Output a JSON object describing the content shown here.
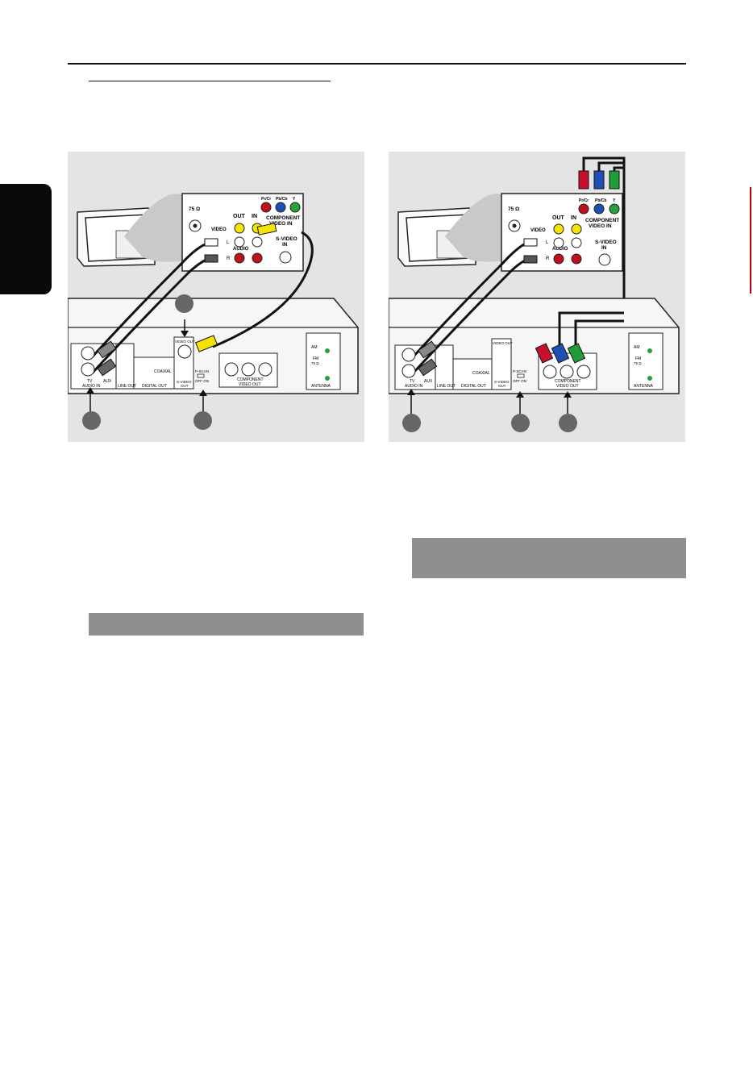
{
  "labels": {
    "tv_panel": {
      "impedance": "75 Ω",
      "out": "OUT",
      "in": "IN",
      "video": "VIDEO",
      "audio": "AUDIO",
      "left": "L",
      "right": "R",
      "component_line1": "COMPONENT",
      "component_line2": "VIDEO IN",
      "svideo_line1": "S-VIDEO",
      "svideo_line2": "IN",
      "pr": "Pr/Cr",
      "pb": "Pb/Cb",
      "y": "Y"
    },
    "player_panel": {
      "tv": "TV",
      "audio_in": "AUDIO IN",
      "aux": "AUX",
      "line_out": "LINE OUT",
      "coaxial": "COAXIAL",
      "digital_out": "DIGITAL OUT",
      "video_out": "VIDEO OUT",
      "svideo_out_line1": "S-VIDEO",
      "svideo_out_line2": "OUT",
      "pscan": "P-SCAN",
      "off_on": "OFF ON",
      "component_line1": "COMPONENT",
      "component_line2": "VIDEO OUT",
      "am": "AM",
      "fm": "FM",
      "fm_ohm": "75 Ω",
      "antenna": "ANTENNA"
    }
  },
  "colors": {
    "panel_bg": "#e4e4e4",
    "bar_gray": "#8e8e8e",
    "circle": "#666666",
    "cable_yellow": "#f5e400",
    "plug_red": "#c8102e",
    "plug_blue": "#1f4fb5",
    "plug_green": "#1f9b3a",
    "jack_red": "#c0101a",
    "jack_green": "#2aa03a"
  },
  "icons": [
    "arrow-up-icon",
    "arrow-down-icon",
    "rca-plug-icon",
    "tv-set-icon",
    "svideo-jack-icon",
    "antenna-jack-icon"
  ]
}
